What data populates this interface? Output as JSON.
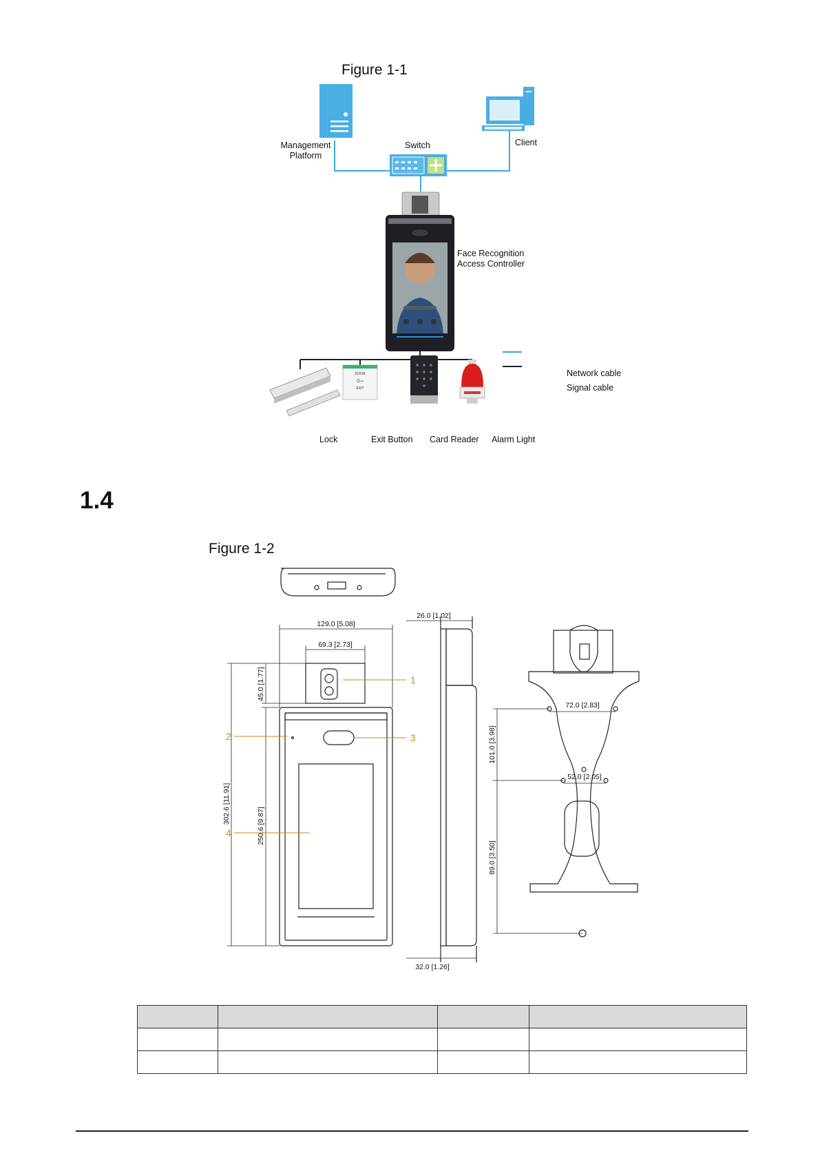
{
  "figure1": {
    "caption": "Figure 1-1",
    "labels": {
      "management_platform_line1": "Management",
      "management_platform_line2": "Platform",
      "switch": "Switch",
      "client": "Client",
      "face_controller_line1": "Face Recognition",
      "face_controller_line2": "Access Controller",
      "lock": "Lock",
      "exit_button": "Exit Button",
      "card_reader": "Card Reader",
      "alarm_light": "Alarm Light"
    },
    "legend": {
      "network_cable": "Network cable",
      "signal_cable": "Signal cable"
    },
    "exit_button_text": [
      "DOOR",
      "EXIT"
    ],
    "colors": {
      "network_cable": "#3aa9d8",
      "signal_cable": "#222222",
      "device_blue": "#4aaee4"
    }
  },
  "section": {
    "number": "1.4"
  },
  "figure2": {
    "caption": "Figure 1-2",
    "dimensions": {
      "width_total": "129.0  [5.08]",
      "camera_width": "69.3  [2.73]",
      "depth_top": "26.0  [1.02]",
      "depth_bottom": "32.0  [1.26]",
      "camera_height": "45.0  [1.77]",
      "total_height": "302.6  [11.91]",
      "body_height": "250.6  [9.87]",
      "bracket_width_top": "72.0  [2.83]",
      "bracket_width_mid": "52.0  [2.05]",
      "hole_spacing": "101.0  [3.98]",
      "bottom_spacing": "89.0  [3.50]"
    },
    "callouts": [
      "1",
      "2",
      "3",
      "4"
    ]
  },
  "table": {
    "rows": [
      [
        "",
        "",
        "",
        ""
      ],
      [
        "",
        "",
        "",
        ""
      ],
      [
        "",
        "",
        "",
        ""
      ]
    ]
  }
}
